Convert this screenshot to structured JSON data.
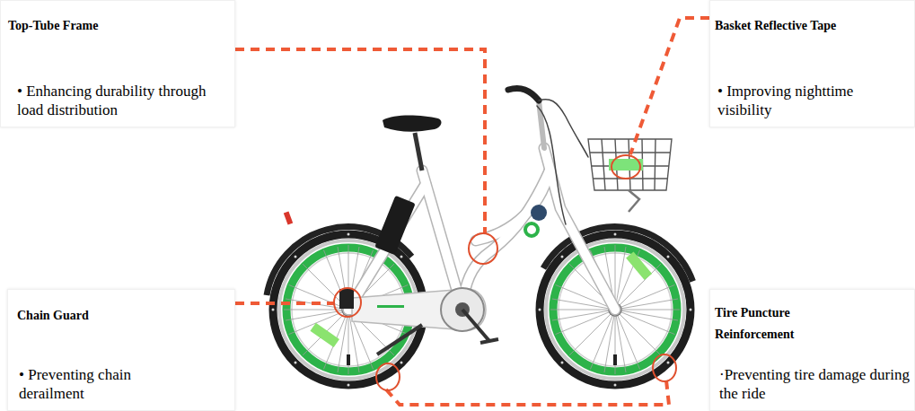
{
  "diagram": {
    "nodes": [
      {
        "text": [
          "Top-Tube Frame",
          "• Enhancing durability through load distribution"
        ]
      },
      {
        "text": [
          "Basket Reflective Tape",
          "• Improving nighttime visibility"
        ]
      },
      {
        "text": [
          "Chain Guard",
          "• Preventing chain derailment"
        ]
      },
      {
        "text": [
          "Tire Puncture Reinforcement",
          "·Preventing tire damage during the ride"
        ]
      }
    ]
  }
}
